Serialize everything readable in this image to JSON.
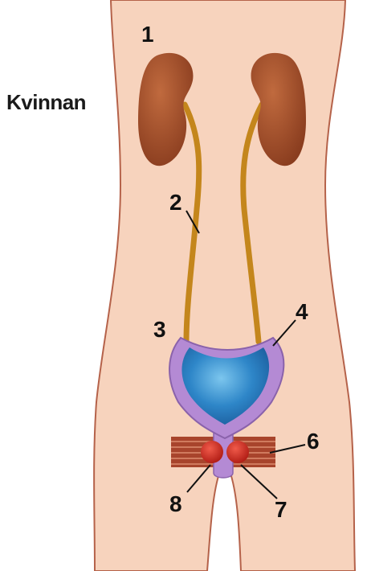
{
  "title": "Kvinnan",
  "labels": [
    "1",
    "2",
    "3",
    "4",
    "6",
    "8",
    "7"
  ],
  "colors": {
    "skin": "#f7d3bd",
    "outline": "#b5624a",
    "kidney": "#a14e2b",
    "ureter": "#c4861c",
    "bladder_wall": "#b48ad4",
    "bladder_inner": "#2e86c8",
    "sphincter": "#c0392b",
    "muscle_band": "#a8442c"
  }
}
